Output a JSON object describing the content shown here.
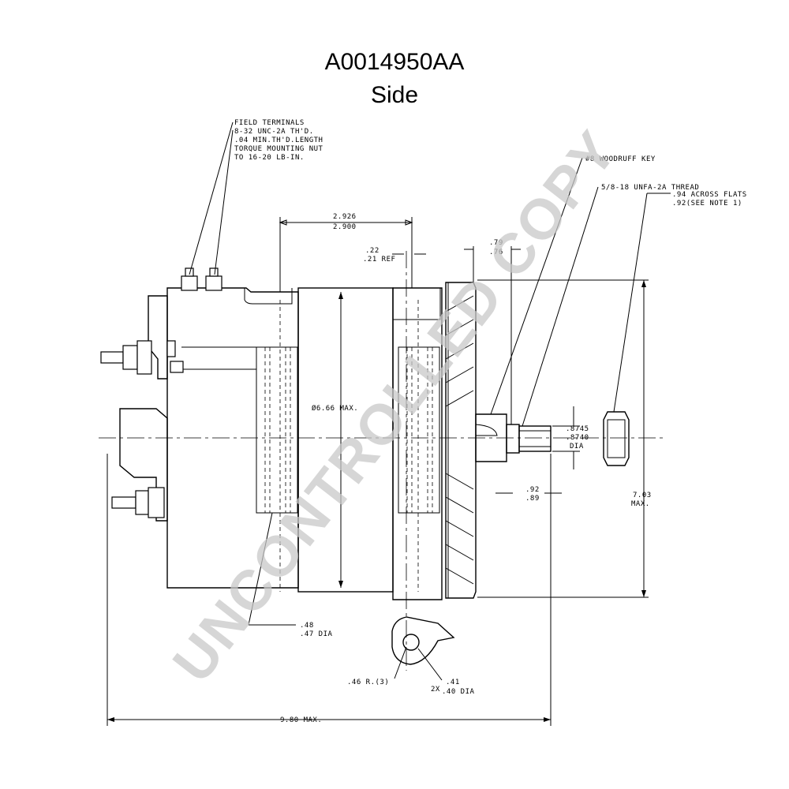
{
  "title": {
    "part_number": "A0014950AA",
    "view": "Side"
  },
  "notes": {
    "field_terminals": [
      "FIELD TERMINALS",
      "8-32 UNC-2A TH'D.",
      ".04 MIN.TH'D.LENGTH",
      "TORQUE MOUNTING NUT",
      "TO 16-20 LB-IN."
    ],
    "woodruff_key": "#8 WOODRUFF KEY",
    "thread": "5/8-18 UNFA-2A THREAD",
    "across_flats": [
      ".94 ACROSS FLATS",
      ".92(SEE NOTE 1)"
    ]
  },
  "dimensions": {
    "width_2926": [
      "2.926",
      "2.900"
    ],
    "ref_22": [
      ".22",
      ".21 REF"
    ],
    "dim_79": [
      ".79",
      ".76"
    ],
    "diameter_max": "Ø6.66 MAX.",
    "shaft_dia": [
      ".8745",
      ".8740",
      "DIA"
    ],
    "dim_92": [
      ".92",
      ".89"
    ],
    "height_max": [
      "7.03",
      "MAX."
    ],
    "hole_dia": [
      ".48",
      ".47 DIA"
    ],
    "radius": ".46 R.(3)",
    "slot_dia": [
      "2X",
      ".41",
      ".40 DIA"
    ],
    "overall_length": "9.80 MAX."
  },
  "watermark": "UNCONTROLLED COPY"
}
